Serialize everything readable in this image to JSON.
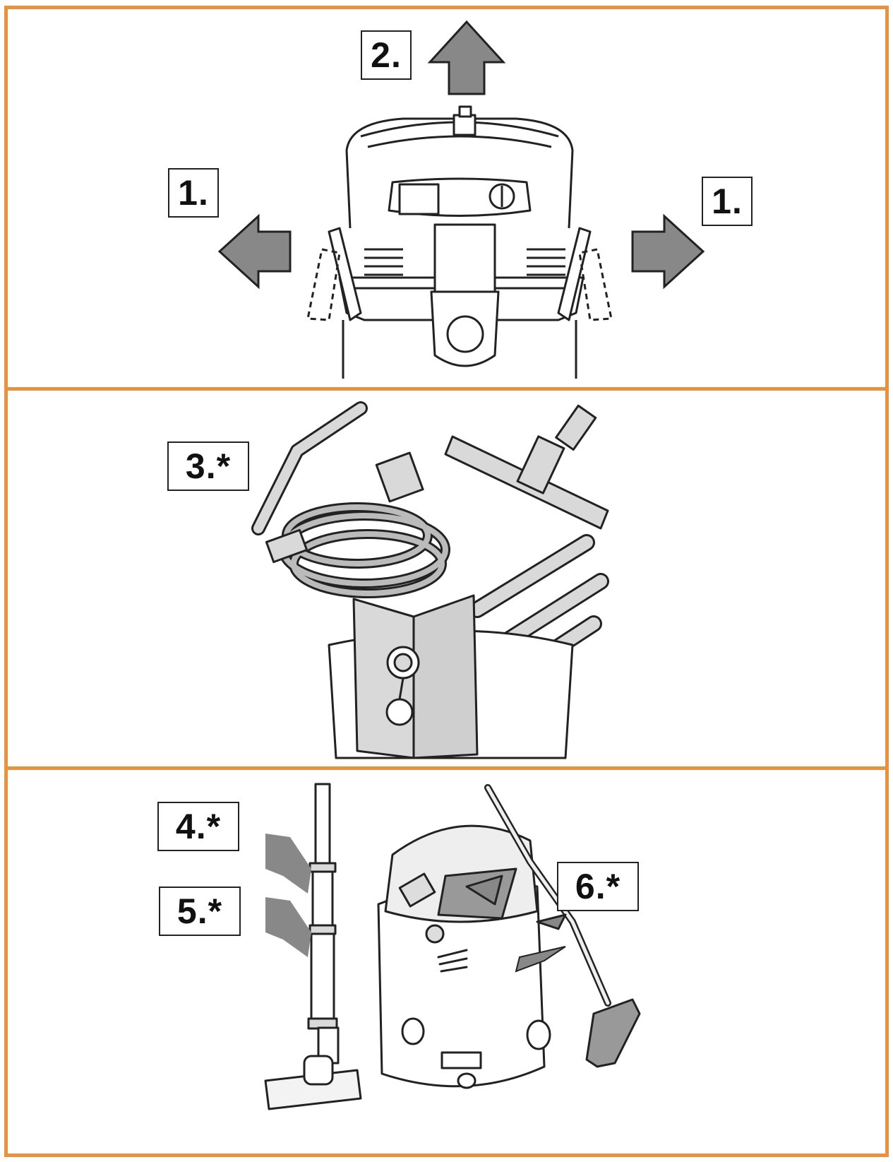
{
  "colors": {
    "frame": "#e8913f",
    "arrow_fill": "#888888",
    "line": "#222222",
    "part_fill": "#d9d9d9"
  },
  "panel_top": {
    "labels": {
      "step_1_left": "1.",
      "step_2": "2.",
      "step_1_right": "1."
    }
  },
  "panel_middle": {
    "labels": {
      "step_3": "3.*"
    }
  },
  "panel_bottom": {
    "labels": {
      "step_4": "4.*",
      "step_5": "5.*",
      "step_6": "6.*"
    }
  }
}
